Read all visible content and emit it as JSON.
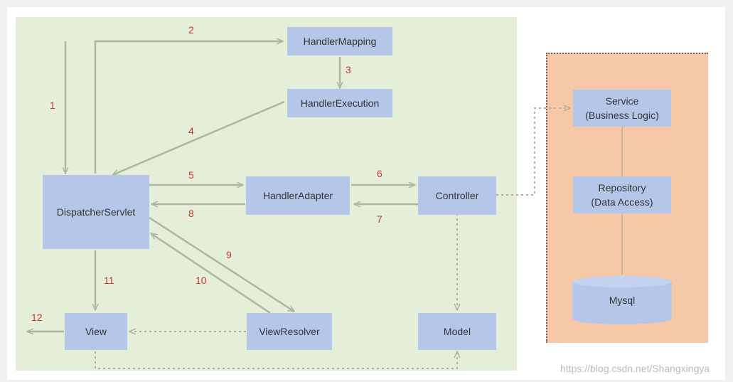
{
  "nodes": {
    "handler_mapping": "HandlerMapping",
    "handler_execution": "HandlerExecution",
    "dispatcher_servlet": "DispatcherServlet",
    "handler_adapter": "HandlerAdapter",
    "controller": "Controller",
    "view": "View",
    "view_resolver": "ViewResolver",
    "model": "Model",
    "service": "Service\n(Business Logic)",
    "repository": "Repository\n(Data Access)",
    "mysql": "Mysql"
  },
  "steps": [
    "1",
    "2",
    "3",
    "4",
    "5",
    "6",
    "7",
    "8",
    "9",
    "10",
    "11",
    "12"
  ],
  "watermark": "https://blog.csdn.net/Shangxingya",
  "colors": {
    "flow_panel": "#e4eed9",
    "backend_panel": "#f7c8a8",
    "node_fill": "#b5c7e8",
    "step_number": "#c0392b",
    "arrow": "#a9b99a"
  }
}
